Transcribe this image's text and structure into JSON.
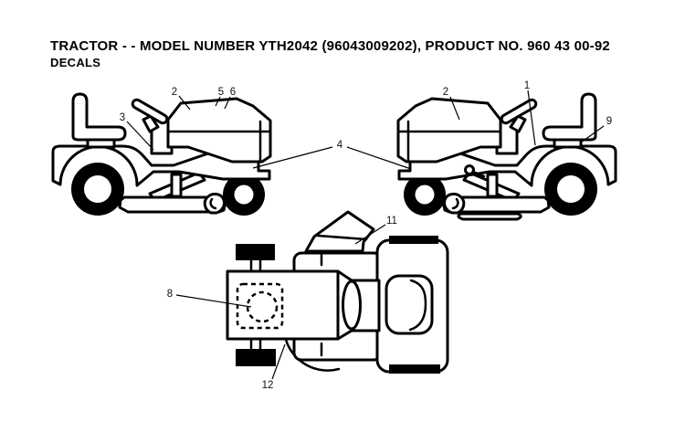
{
  "header": {
    "title": "TRACTOR - - MODEL NUMBER YTH2042 (96043009202), PRODUCT NO. 960 43 00-92",
    "subtitle": "DECALS"
  },
  "figure": {
    "callouts": {
      "n1": "1",
      "n2_left": "2",
      "n2_right": "2",
      "n3": "3",
      "n4": "4",
      "n5": "5",
      "n6": "6",
      "n8": "8",
      "n9": "9",
      "n11": "11",
      "n12": "12"
    }
  },
  "colors": {
    "ink": "#000000",
    "paper": "#ffffff"
  }
}
